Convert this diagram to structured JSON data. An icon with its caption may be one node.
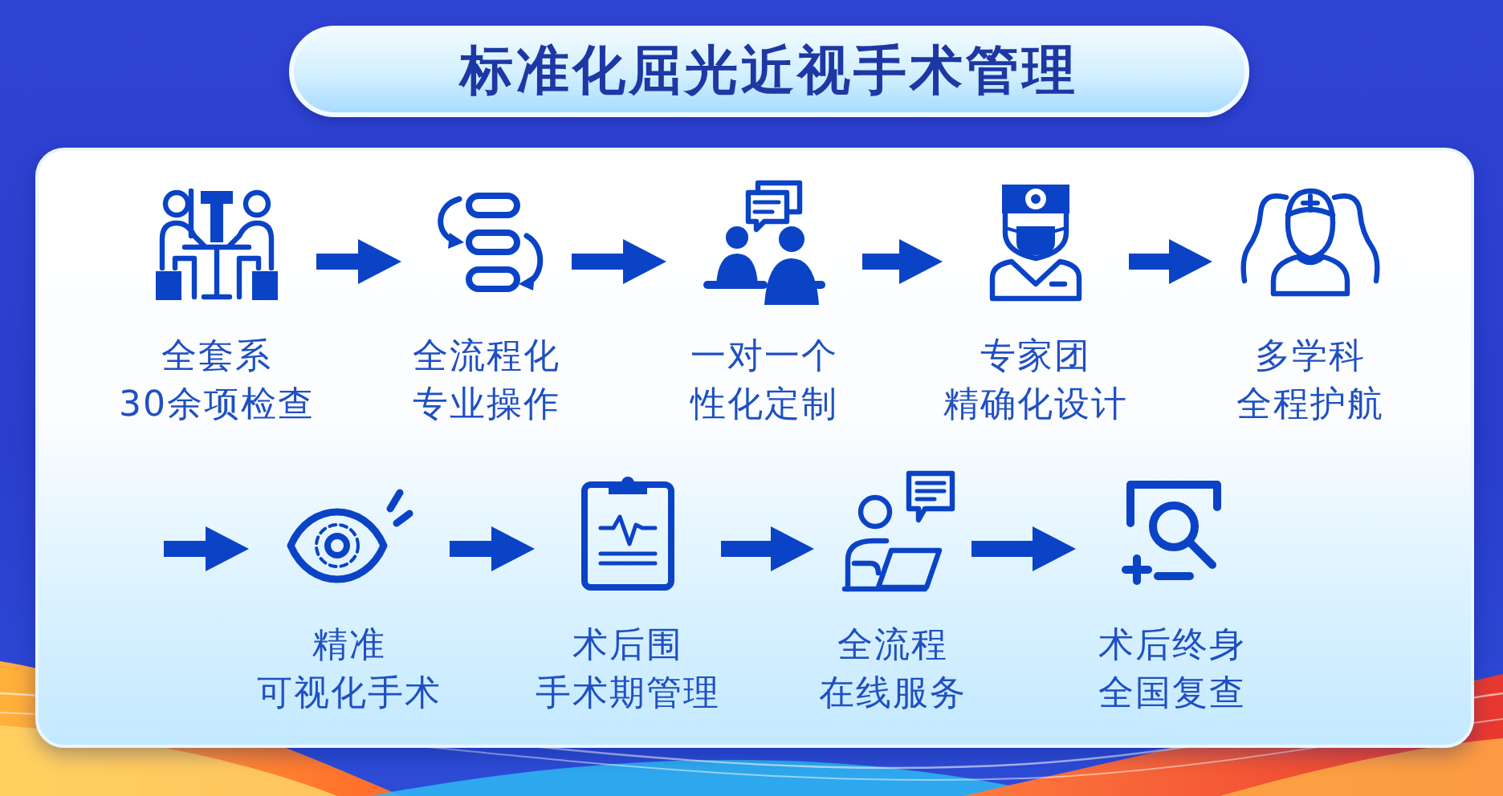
{
  "diagram": {
    "title": "标准化屈光近视手术管理",
    "nodes": [
      {
        "text": [
          "全套系30余项检查"
        ]
      },
      {
        "text": [
          "全流程化专业操作"
        ]
      },
      {
        "text": [
          "一对一个性化定制"
        ]
      },
      {
        "text": [
          "专家团精确化设计"
        ]
      },
      {
        "text": [
          "多学科全程护航"
        ]
      },
      {
        "text": [
          "精准可视化手术"
        ]
      },
      {
        "text": [
          "术后围手术期管理"
        ]
      },
      {
        "text": [
          "全流程在线服务"
        ]
      },
      {
        "text": [
          "术后终身全国复查"
        ]
      }
    ],
    "edges": [
      {
        "from": 0,
        "to": 1,
        "arrow": "to"
      },
      {
        "from": 1,
        "to": 2,
        "arrow": "to"
      },
      {
        "from": 2,
        "to": 3,
        "arrow": "to"
      },
      {
        "from": 3,
        "to": 4,
        "arrow": "to"
      },
      {
        "from": null,
        "to": 5,
        "arrow": "to"
      },
      {
        "from": 5,
        "to": 6,
        "arrow": "to"
      },
      {
        "from": 6,
        "to": 7,
        "arrow": "to"
      },
      {
        "from": 7,
        "to": 8,
        "arrow": "to"
      }
    ]
  }
}
